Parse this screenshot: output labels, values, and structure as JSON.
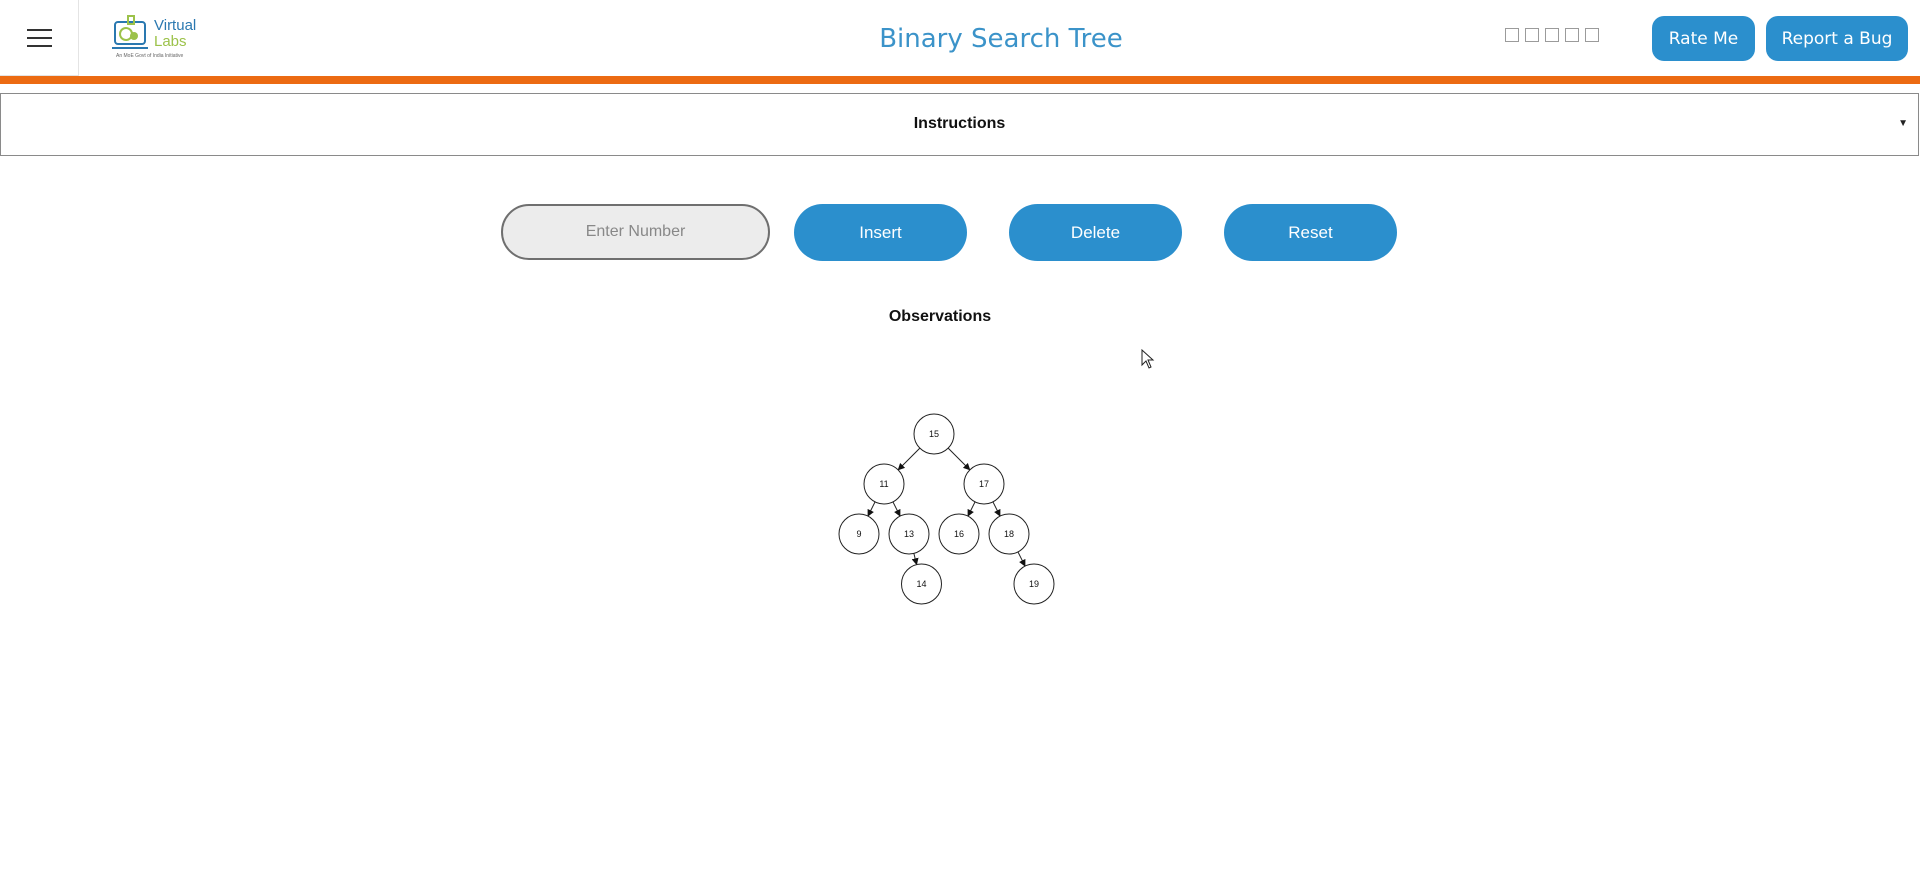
{
  "header": {
    "menu_icon": "hamburger-menu-icon",
    "logo": {
      "word1": "Virtual",
      "word2": "Labs",
      "tagline": "An MoE Govt of India Initiative"
    },
    "title": "Binary Search Tree",
    "rating_icons": [
      "broken-image-icon",
      "broken-image-icon",
      "broken-image-icon",
      "broken-image-icon",
      "broken-image-icon"
    ],
    "rate_label": "Rate Me",
    "bug_label": "Report a Bug"
  },
  "colors": {
    "accent": "#2b8fcd",
    "title": "#3b93c9",
    "orange_bar": "#ec6b12",
    "input_bg": "#ececec"
  },
  "instructions": {
    "label": "Instructions",
    "caret_icon": "caret-down-icon",
    "caret": "▼"
  },
  "controls": {
    "input_placeholder": "Enter Number",
    "input_value": "",
    "insert_label": "Insert",
    "delete_label": "Delete",
    "reset_label": "Reset"
  },
  "observations": {
    "label": "Observations"
  },
  "tree": {
    "nodes": [
      {
        "id": "n15",
        "value": "15",
        "depth": 0,
        "order": 3
      },
      {
        "id": "n11",
        "value": "11",
        "depth": 1,
        "order": 1
      },
      {
        "id": "n17",
        "value": "17",
        "depth": 1,
        "order": 5
      },
      {
        "id": "n9",
        "value": "9",
        "depth": 2,
        "order": 0
      },
      {
        "id": "n13",
        "value": "13",
        "depth": 2,
        "order": 2
      },
      {
        "id": "n16",
        "value": "16",
        "depth": 2,
        "order": 4
      },
      {
        "id": "n18",
        "value": "18",
        "depth": 2,
        "order": 6
      },
      {
        "id": "n14",
        "value": "14",
        "depth": 3,
        "order": 2.5
      },
      {
        "id": "n19",
        "value": "19",
        "depth": 3,
        "order": 7
      }
    ],
    "edges": [
      [
        "n15",
        "n11"
      ],
      [
        "n15",
        "n17"
      ],
      [
        "n11",
        "n9"
      ],
      [
        "n11",
        "n13"
      ],
      [
        "n17",
        "n16"
      ],
      [
        "n17",
        "n18"
      ],
      [
        "n13",
        "n14"
      ],
      [
        "n18",
        "n19"
      ]
    ]
  }
}
